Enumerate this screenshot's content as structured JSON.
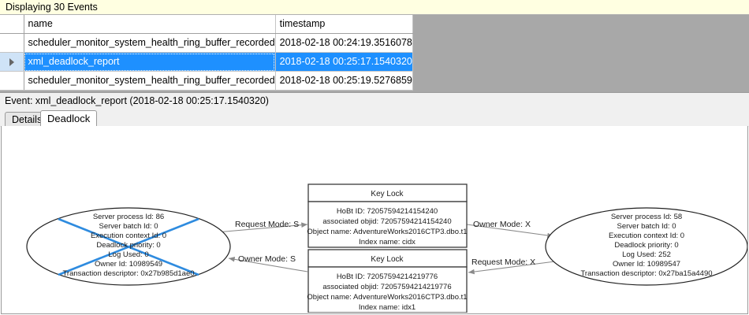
{
  "status_bar": {
    "text": "Displaying 30 Events"
  },
  "grid": {
    "columns": [
      {
        "key": "selector",
        "label": ""
      },
      {
        "key": "name",
        "label": "name"
      },
      {
        "key": "timestamp",
        "label": "timestamp"
      }
    ],
    "rows": [
      {
        "marker": "",
        "name": "scheduler_monitor_system_health_ring_buffer_recorded",
        "timestamp": "2018-02-18 00:24:19.3516078",
        "selected": false
      },
      {
        "marker": "row-marker-triangle",
        "name": "xml_deadlock_report",
        "timestamp": "2018-02-18 00:25:17.1540320",
        "selected": true
      },
      {
        "marker": "",
        "name": "scheduler_monitor_system_health_ring_buffer_recorded",
        "timestamp": "2018-02-18 00:25:19.5276859",
        "selected": false
      }
    ]
  },
  "event_caption": {
    "text": "Event: xml_deadlock_report (2018-02-18 00:25:17.1540320)"
  },
  "tabs": [
    {
      "label": "Details",
      "active": false
    },
    {
      "label": "Deadlock",
      "active": true
    }
  ],
  "deadlock_graph": {
    "colors": {
      "victim_cross": "#2e8bdf",
      "node_stroke": "#202020",
      "edge": "#8a8a8a"
    },
    "processes": [
      {
        "id": "process-left",
        "is_victim": true,
        "lines": [
          "Server process Id: 86",
          "Server batch Id: 0",
          "Execution context Id: 0",
          "Deadlock priority: 0",
          "Log Used: 0",
          "Owner Id: 10989549",
          "Transaction descriptor: 0x27b985d1ae0"
        ]
      },
      {
        "id": "process-right",
        "is_victim": false,
        "lines": [
          "Server process Id: 58",
          "Server batch Id: 0",
          "Execution context Id: 0",
          "Deadlock priority: 0",
          "Log Used: 252",
          "Owner Id: 10989547",
          "Transaction descriptor: 0x27ba15a4490"
        ]
      }
    ],
    "resources": [
      {
        "id": "keylock-top",
        "title": "Key Lock",
        "lines": [
          "HoBt ID: 72057594214154240",
          "associated objid: 72057594214154240",
          "Object name: AdventureWorks2016CTP3.dbo.t1",
          "Index name: cidx"
        ]
      },
      {
        "id": "keylock-bottom",
        "title": "Key Lock",
        "lines": [
          "HoBt ID: 72057594214219776",
          "associated objid: 72057594214219776",
          "Object name: AdventureWorks2016CTP3.dbo.t1",
          "Index name: idx1"
        ]
      }
    ],
    "edges": [
      {
        "id": "edge-left-request-top",
        "label": "Request Mode: S"
      },
      {
        "id": "edge-right-owner-top",
        "label": "Owner Mode: X"
      },
      {
        "id": "edge-bottom-owner-left",
        "label": "Owner Mode: S"
      },
      {
        "id": "edge-right-request-bottom",
        "label": "Request Mode: X"
      }
    ]
  }
}
